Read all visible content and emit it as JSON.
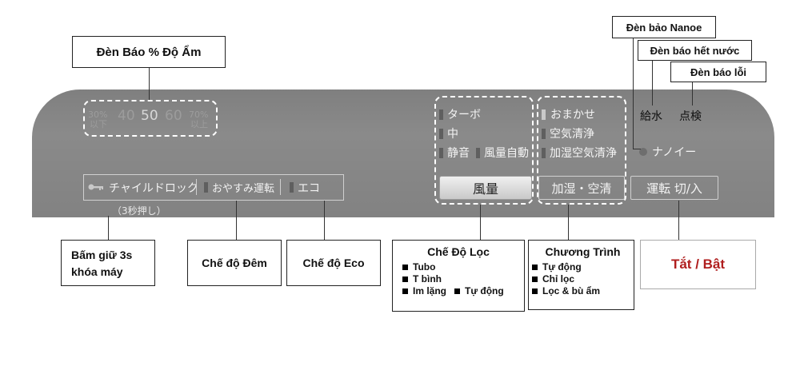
{
  "callouts": {
    "humidity": "Đèn Báo % Độ Ẩm",
    "nanoe": "Đèn bảo Nanoe",
    "water": "Đèn báo hết nước",
    "error": "Đèn báo lỗi",
    "child_lock_line1": "Bấm giữ 3s",
    "child_lock_line2": "khóa máy",
    "night": "Chế độ Đêm",
    "eco": "Chế độ Eco",
    "filter_title": "Chế Độ Lọc",
    "filter_items": [
      "Tubo",
      "T bình",
      "Im lặng",
      "Tự động"
    ],
    "program_title": "Chương Trình",
    "program_items": [
      "Tự động",
      "Chỉ lọc",
      "Lọc & bù ẩm"
    ],
    "power": "Tắt / Bật"
  },
  "humidity_scale": {
    "low_pct": "30%",
    "low_txt": "以下",
    "v40": "40",
    "v50": "50",
    "v60": "60",
    "high_pct": "70%",
    "high_txt": "以上"
  },
  "panel": {
    "child_lock": "チャイルドロック",
    "child_lock_note": "（3秒押し）",
    "sleep": "おやすみ運転",
    "eco": "エコ",
    "fan_turbo": "ターボ",
    "fan_mid": "中",
    "fan_quiet": "静音",
    "fan_auto": "風量自動",
    "fan_button": "風量",
    "mode_auto": "おまかせ",
    "mode_clean": "空気清浄",
    "mode_humid": "加湿空気清浄",
    "mode_button": "加湿・空清",
    "water": "給水",
    "check": "点検",
    "nanoe": "ナノイー",
    "power_button": "運転 切/入"
  },
  "colors": {
    "panel": "#8a8a8a",
    "power_text": "#b01e1e"
  }
}
